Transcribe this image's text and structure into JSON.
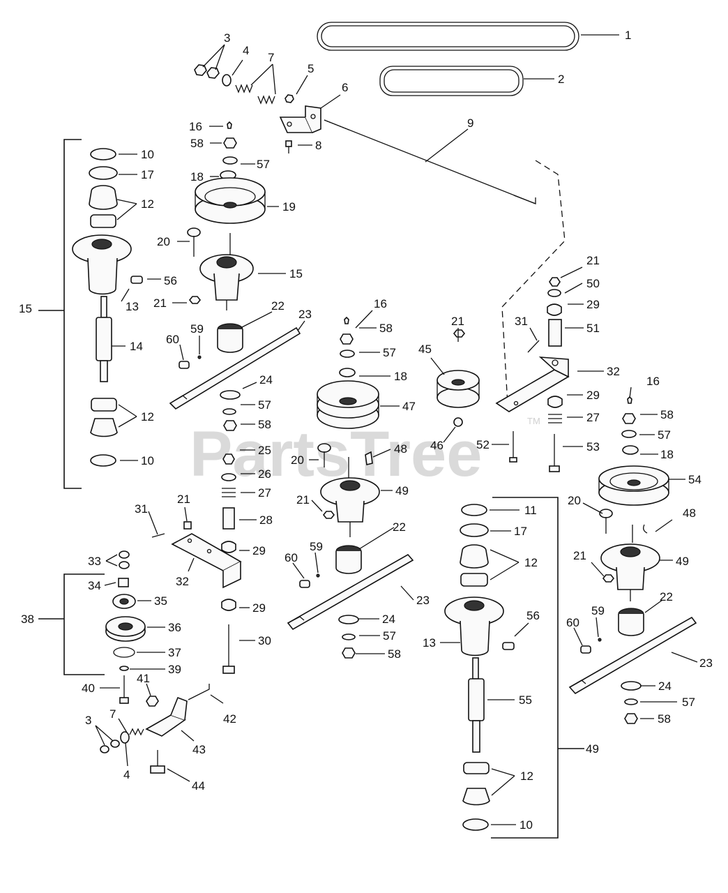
{
  "watermark": {
    "text": "PartsTree",
    "tm": "TM"
  },
  "callouts": [
    "1",
    "2",
    "3",
    "4",
    "7",
    "5",
    "6",
    "9",
    "16",
    "58",
    "8",
    "57",
    "18",
    "19",
    "20",
    "15",
    "21",
    "10",
    "17",
    "12",
    "56",
    "13",
    "14",
    "15",
    "12",
    "10",
    "22",
    "23",
    "60",
    "59",
    "24",
    "57",
    "58",
    "25",
    "26",
    "27",
    "28",
    "29",
    "29",
    "30",
    "16",
    "58",
    "57",
    "18",
    "47",
    "48",
    "20",
    "49",
    "21",
    "22",
    "23",
    "60",
    "59",
    "24",
    "57",
    "58",
    "21",
    "45",
    "46",
    "31",
    "52",
    "32",
    "21",
    "50",
    "29",
    "51",
    "29",
    "27",
    "53",
    "16",
    "58",
    "57",
    "18",
    "54",
    "48",
    "20",
    "49",
    "21",
    "22",
    "23",
    "60",
    "59",
    "24",
    "57",
    "58",
    "11",
    "17",
    "12",
    "13",
    "56",
    "55",
    "49",
    "12",
    "10",
    "31",
    "21",
    "32",
    "33",
    "34",
    "35",
    "36",
    "37",
    "38",
    "39",
    "40",
    "41",
    "7",
    "42",
    "43",
    "3",
    "4",
    "44"
  ]
}
